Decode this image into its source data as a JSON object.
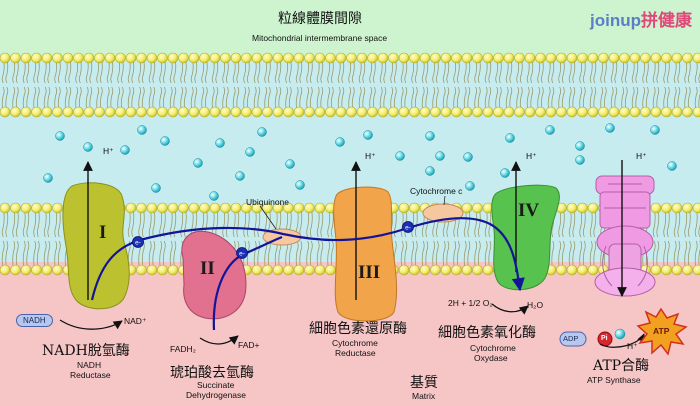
{
  "logo": {
    "part1": "joinup",
    "part2": "拼健康"
  },
  "regions": {
    "intermembrane_zh": "粒線體膜間隙",
    "intermembrane_en": "Mitochondrial intermembrane space",
    "matrix_zh": "基質",
    "matrix_en": "Matrix"
  },
  "complexes": {
    "c1": {
      "numeral": "I",
      "name_zh": "NADH脫氫酶",
      "name_en1": "NADH",
      "name_en2": "Reductase"
    },
    "c2": {
      "numeral": "II",
      "name_zh": "琥珀酸去氫酶",
      "name_en1": "Succinate",
      "name_en2": "Dehydrogenase"
    },
    "c3": {
      "numeral": "III",
      "name_zh": "細胞色素還原酶",
      "name_en1": "Cytochrome",
      "name_en2": "Reductase"
    },
    "c4": {
      "numeral": "IV",
      "name_zh": "細胞色素氧化酶",
      "name_en1": "Cytochrome",
      "name_en2": "Oxydase"
    },
    "atp": {
      "name_zh": "ATP合酶",
      "name_en": "ATP Synthase"
    }
  },
  "carriers": {
    "ubiquinone": "Ubiquinone",
    "cytc": "Cytochrome c"
  },
  "molecules": {
    "nadh": "NADH",
    "nadplus": "NAD⁺",
    "fadh2": "FADH₂",
    "fadplus": "FAD+",
    "o2": "2H + 1/2 O₂",
    "h2o": "H₂O",
    "adp": "ADP",
    "pi": "Pi",
    "atp": "ATP",
    "electron": "e-",
    "proton": "H⁺"
  },
  "colors": {
    "top_bg": "#cdf3cf",
    "mid_bg": "#c6ecf0",
    "bottom_bg": "#f6c6c6",
    "lipid_head": "#f4f07a",
    "c1": "#bcc22f",
    "c2": "#e2708f",
    "c3": "#f2a44a",
    "c4": "#58c24e",
    "atp_synthase": "#f09ae4",
    "electron_path": "#13149a"
  }
}
